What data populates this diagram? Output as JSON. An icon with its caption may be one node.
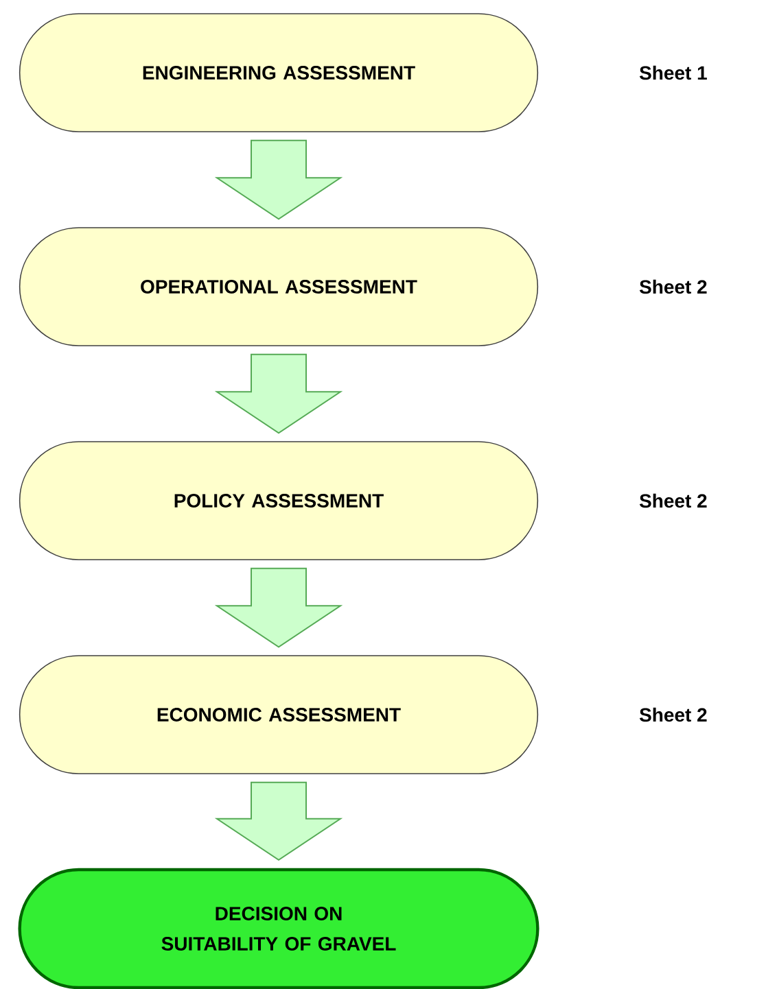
{
  "diagram": {
    "nodes": [
      {
        "text": [
          "ENGINEERING ASSESSMENT"
        ]
      },
      {
        "text": [
          "OPERATIONAL ASSESSMENT"
        ]
      },
      {
        "text": [
          "POLICY ASSESSMENT"
        ]
      },
      {
        "text": [
          "ECONOMIC ASSESSMENT"
        ]
      },
      {
        "text": [
          "DECISION ON SUITABILITY OF GRAVEL"
        ]
      }
    ],
    "edges": [
      {
        "from": 0,
        "to": 1,
        "arrow": "to"
      },
      {
        "from": 1,
        "to": 2,
        "arrow": "to"
      },
      {
        "from": 2,
        "to": 3,
        "arrow": "to"
      },
      {
        "from": 3,
        "to": 4,
        "arrow": "to"
      }
    ],
    "labels": [
      "Sheet 1",
      "Sheet 2",
      "Sheet 2",
      "Sheet 2"
    ]
  }
}
